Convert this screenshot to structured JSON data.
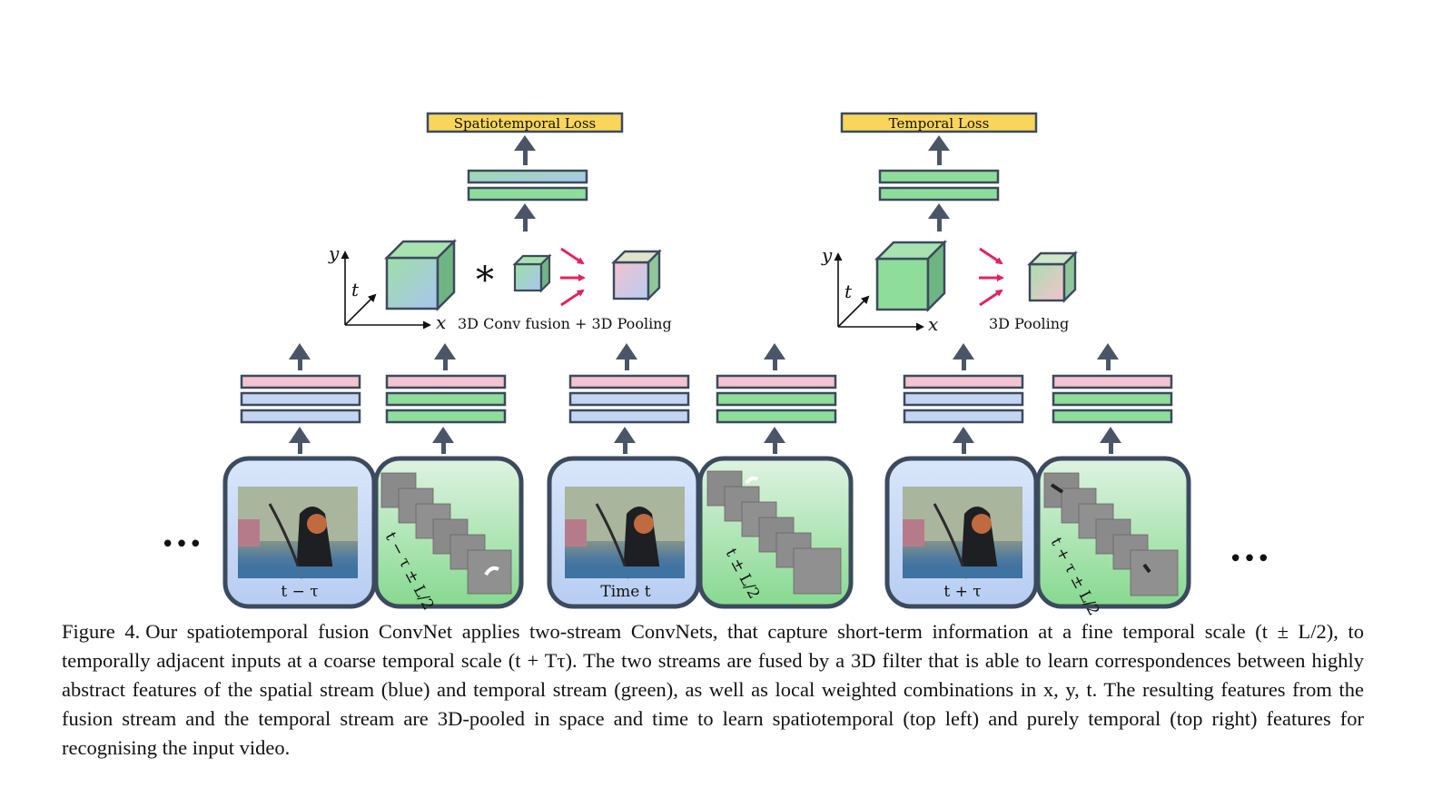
{
  "figure": {
    "losses": {
      "spatiotemporal": "Spatiotemporal Loss",
      "temporal": "Temporal Loss"
    },
    "fusion_label": "3D Conv fusion + 3D Pooling",
    "pooling_label": "3D Pooling",
    "conv_operator": "*",
    "axes": {
      "y": "y",
      "t": "t",
      "x": "x"
    },
    "ellipsis": "•••",
    "frames": [
      {
        "rgb_label": "t − τ",
        "flow_label": "t − τ ± L/2"
      },
      {
        "rgb_label": "Time t",
        "flow_label": "t ± L/2"
      },
      {
        "rgb_label": "t + τ",
        "flow_label": "t + τ ± L/2"
      }
    ],
    "colors": {
      "loss_fill": "#f9d55b",
      "spatial_blue": "#c4d5f2",
      "temporal_green": "#8fdd9b",
      "fused_pink": "#f3c3cf",
      "frame_stroke": "#3c4a5e",
      "arrow_red": "#e0245e",
      "arrow_dark": "#4a5568"
    }
  },
  "caption": {
    "label": "Figure 4.",
    "text": "Our spatiotemporal fusion ConvNet applies two-stream ConvNets, that capture short-term information at a fine temporal scale (t ± L/2), to temporally adjacent inputs at a coarse temporal scale (t + Tτ). The two streams are fused by a 3D filter that is able to learn correspondences between highly abstract features of the spatial stream (blue) and temporal stream (green), as well as local weighted combinations in x, y, t. The resulting features from the fusion stream and the temporal stream are 3D-pooled in space and time to learn spatiotemporal (top left) and purely temporal (top right) features for recognising the input video."
  }
}
